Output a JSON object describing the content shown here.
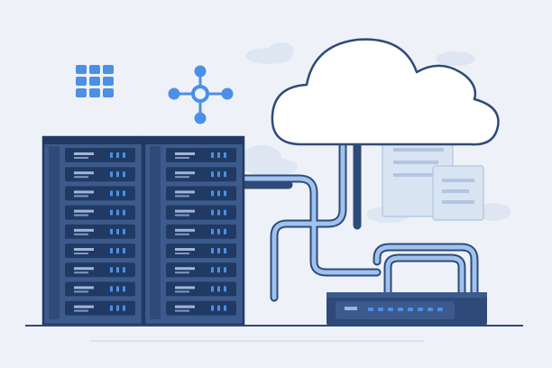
{
  "scene": {
    "description_tag": "datacenter-cloud-network-illustration",
    "colors": {
      "background": "#eef2f8",
      "navy": "#2f4a78",
      "navy_dark": "#213a63",
      "rack_fill": "#3c5a8c",
      "slot_fill": "#e9eef7",
      "accent_blue": "#4c8fe6",
      "cable_blue": "#9fc3ee",
      "cloud_fill": "#ffffff",
      "doc_fill": "#d9e4f3"
    },
    "icons": [
      "grid-icon",
      "network-node-icon",
      "cloud-icon",
      "document-icon",
      "server-rack-icon",
      "router-icon"
    ],
    "rack_count": 2,
    "slots_per_rack": 9,
    "router_led_count": 8
  }
}
